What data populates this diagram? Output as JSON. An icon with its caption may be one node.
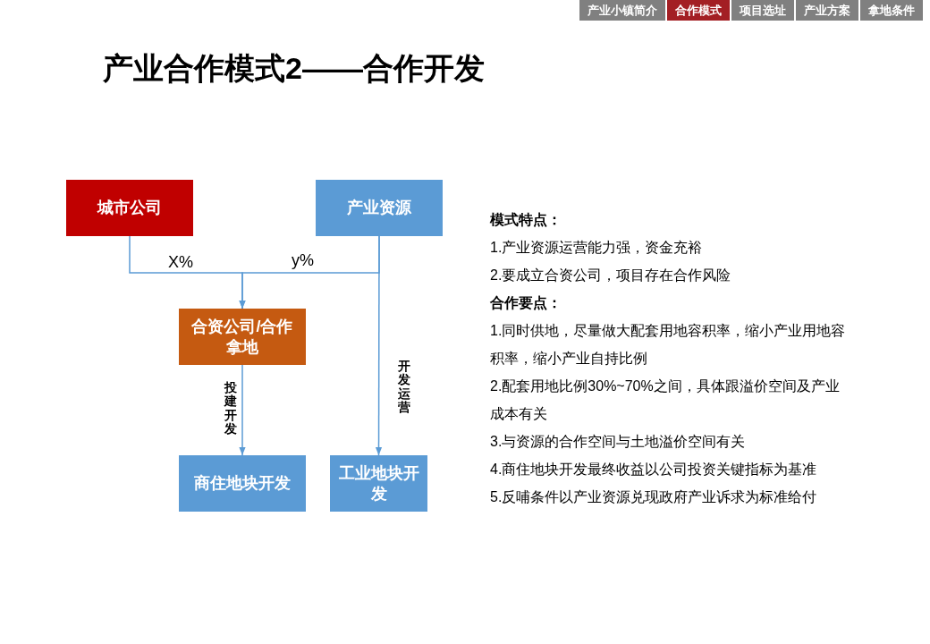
{
  "diagram": {
    "title": "产业合作模式2——合作开发",
    "nodes": [
      {
        "text": [
          "城市公司"
        ]
      },
      {
        "text": [
          "产业资源"
        ]
      },
      {
        "text": [
          "合资公司/合作拿地"
        ]
      },
      {
        "text": [
          "商住地块开发"
        ]
      },
      {
        "text": [
          "工业地块开发"
        ]
      }
    ],
    "edges": [
      {
        "from": 0,
        "to": 2,
        "arrow": "to",
        "label": "X%"
      },
      {
        "from": 1,
        "to": 2,
        "arrow": "to",
        "label": "y%"
      },
      {
        "from": 2,
        "to": 3,
        "arrow": "to",
        "label": "投建开发"
      },
      {
        "from": 1,
        "to": 4,
        "arrow": "to",
        "label": "开发运营"
      }
    ],
    "labels": [
      "产业小镇简介",
      "合作模式",
      "项目选址",
      "产业方案",
      "拿地条件",
      "模式特点：",
      "1.产业资源运营能力强，资金充裕",
      "2.要成立合资公司，项目存在合作风险",
      "合作要点：",
      "1.同时供地，尽量做大配套用地容积率，缩小产业用地容积率，缩小产业自持比例",
      "2.配套用地比例30%~70%之间，具体跟溢价空间及产业成本有关",
      "3.与资源的合作空间与土地溢价空间有关",
      "4.商住地块开发最终收益以公司投资关键指标为基准",
      "5.反哺条件以产业资源兑现政府产业诉求为标准给付"
    ]
  }
}
